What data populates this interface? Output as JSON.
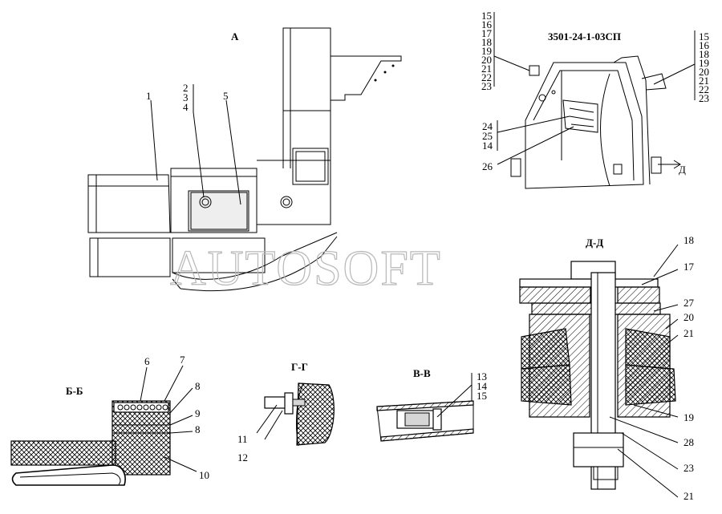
{
  "views": {
    "A": "А",
    "BB": "Б-Б",
    "GG": "Г-Г",
    "VV": "В-В",
    "DD": "Д-Д",
    "part_number": "3501-24-1-03СП"
  },
  "callouts": {
    "view_a": [
      "1",
      "2",
      "3",
      "4",
      "5"
    ],
    "top_left_stack": [
      "15",
      "16",
      "17",
      "18",
      "19",
      "20",
      "21",
      "22",
      "23"
    ],
    "top_right_stack": [
      "15",
      "16",
      "18",
      "19",
      "20",
      "21",
      "22",
      "23"
    ],
    "mid_stack": [
      "24",
      "25",
      "14"
    ],
    "assembly": [
      "26"
    ],
    "section_marker": "Д",
    "bb": [
      "6",
      "7",
      "8",
      "9",
      "8",
      "10"
    ],
    "gg": [
      "11",
      "12"
    ],
    "vv_stack": [
      "13",
      "14",
      "15"
    ],
    "dd": [
      "18",
      "17",
      "27",
      "20",
      "21",
      "19",
      "28",
      "23",
      "21"
    ]
  },
  "watermark": "AUTOSOFT"
}
